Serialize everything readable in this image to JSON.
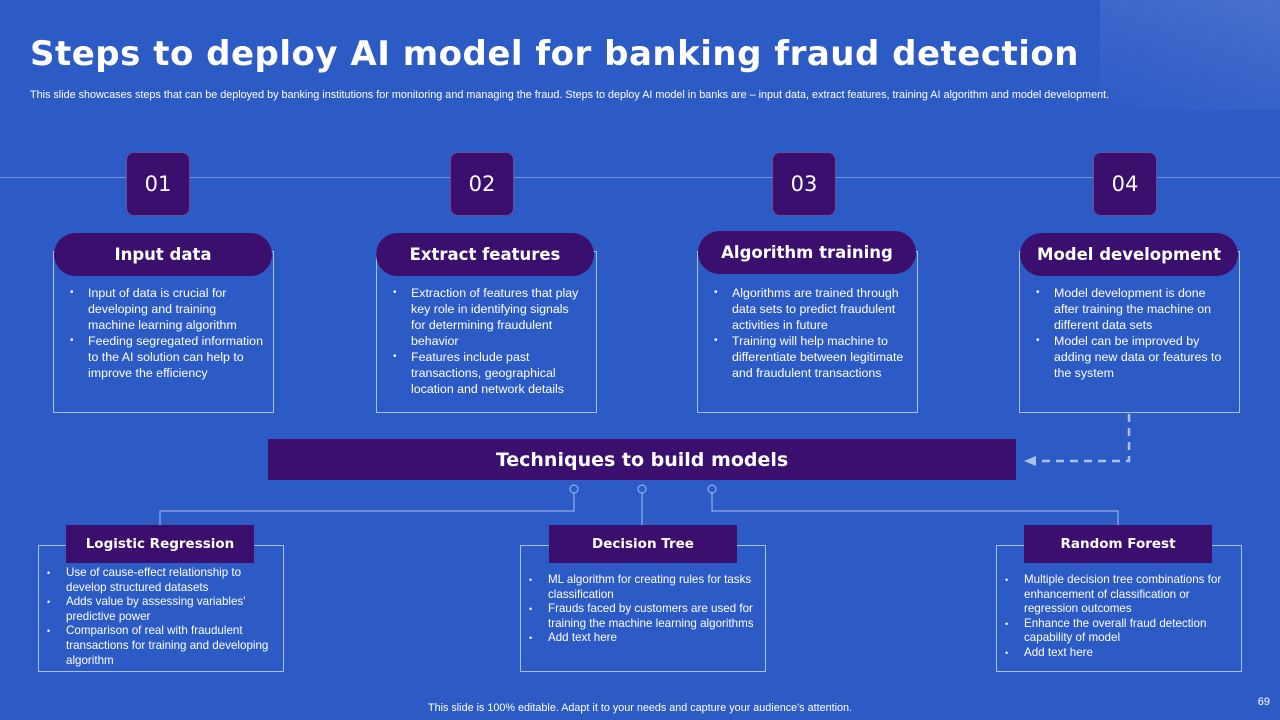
{
  "title": "Steps to deploy AI model for banking fraud detection",
  "subtitle": "This slide showcases steps that can be deployed by banking institutions for monitoring and managing the fraud. Steps to deploy AI model in banks are – input data, extract features, training AI algorithm and model development.",
  "steps": [
    {
      "number": "01",
      "heading": "Input data",
      "bullets": [
        "Input of data is crucial for developing  and training machine learning algorithm",
        "Feeding segregated information to the AI solution can help to improve  the efficiency"
      ]
    },
    {
      "number": "02",
      "heading": "Extract features",
      "bullets": [
        "Extraction of features  that play key role in identifying signals for determining fraudulent behavior",
        "Features include past transactions, geographical location and network details"
      ]
    },
    {
      "number": "03",
      "heading": "Algorithm training",
      "bullets": [
        "Algorithms are trained through data sets to predict fraudulent activities in future",
        "Training  will help machine to differentiate  between legitimate and fraudulent transactions"
      ]
    },
    {
      "number": "04",
      "heading": "Model development",
      "bullets": [
        "Model development  is done after training the machine on different  data sets",
        "Model can be improved  by adding new data or features to the system"
      ]
    }
  ],
  "techniques": {
    "heading": "Techniques  to build models",
    "items": [
      {
        "heading": "Logistic Regression",
        "bullets": [
          "Use of cause-effect relationship to develop structured datasets",
          "Adds value by assessing variables' predictive power",
          "Comparison of real with fraudulent transactions for training and developing algorithm"
        ]
      },
      {
        "heading": "Decision Tree",
        "bullets": [
          "ML algorithm for creating rules for tasks classification",
          "Frauds faced by customers are used for training the machine learning algorithms",
          "Add text here"
        ]
      },
      {
        "heading": "Random Forest",
        "bullets": [
          "Multiple decision tree combinations for enhancement of classification or regression outcomes",
          "Enhance the overall fraud detection capability of model",
          "Add text here"
        ]
      }
    ]
  },
  "footer": "This slide is 100% editable.  Adapt it to your needs and capture your audience's attention.",
  "page_number": "69",
  "colors": {
    "background": "#2d5bc6",
    "accent": "#3b0f6e",
    "outline": "#a9bfec",
    "text": "#ffffff"
  }
}
